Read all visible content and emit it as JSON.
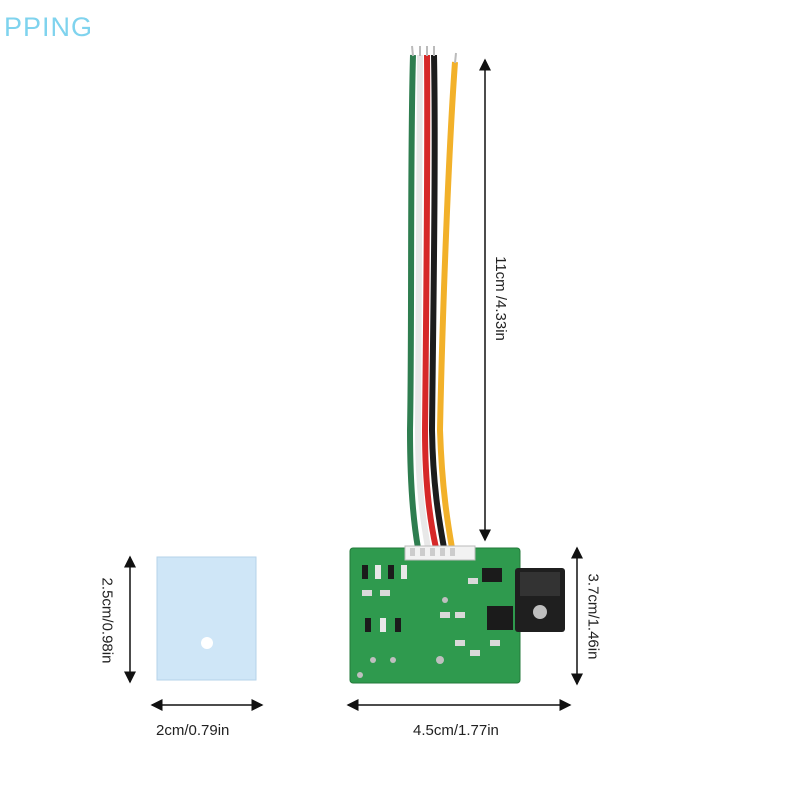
{
  "watermark": "PPING",
  "dimensions": {
    "wire_length": "11cm /4.33in",
    "board_width": "4.5cm/1.77in",
    "board_height": "3.7cm/1.46in",
    "pad_height": "2.5cm/0.98in",
    "pad_width": "2cm/0.79in"
  },
  "colors": {
    "pcb": "#2f9a4e",
    "thermal_pad": "#cfe6f7",
    "wire_colors": [
      "#2e7d4f",
      "#f4f4f4",
      "#d62828",
      "#1c1c1c",
      "#f2b12a"
    ]
  }
}
